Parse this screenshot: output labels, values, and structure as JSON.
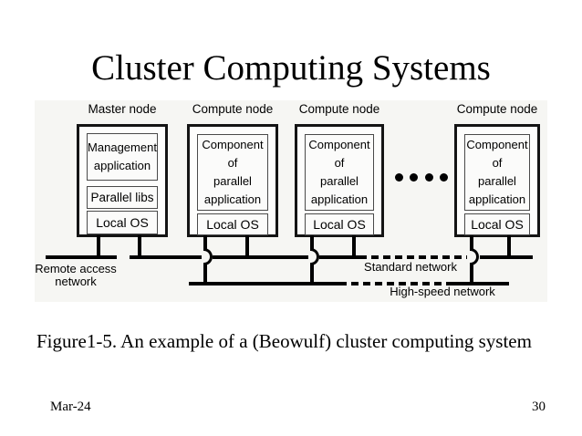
{
  "slide": {
    "title": "Cluster Computing Systems",
    "caption": "Figure1-5. An example of a (Beowulf) cluster computing system",
    "footer": {
      "date": "Mar-24",
      "page": "30"
    }
  },
  "diagram": {
    "background_color": "#f6f6f3",
    "line_color": "#000000",
    "ellipsis_dots": 4,
    "nodes": [
      {
        "id": "master",
        "label": "Master node",
        "boxes": [
          "Management\napplication",
          "Parallel libs",
          "Local OS"
        ]
      },
      {
        "id": "compute-1",
        "label": "Compute node",
        "boxes": [
          "Component\nof\nparallel\napplication",
          "Local OS"
        ]
      },
      {
        "id": "compute-2",
        "label": "Compute node",
        "boxes": [
          "Component\nof\nparallel\napplication",
          "Local OS"
        ]
      },
      {
        "id": "compute-n",
        "label": "Compute node",
        "boxes": [
          "Component\nof\nparallel\napplication",
          "Local OS"
        ]
      }
    ],
    "networks": {
      "remote_label": "Remote access\nnetwork",
      "standard_label": "Standard network",
      "highspeed_label": "High-speed network"
    }
  }
}
